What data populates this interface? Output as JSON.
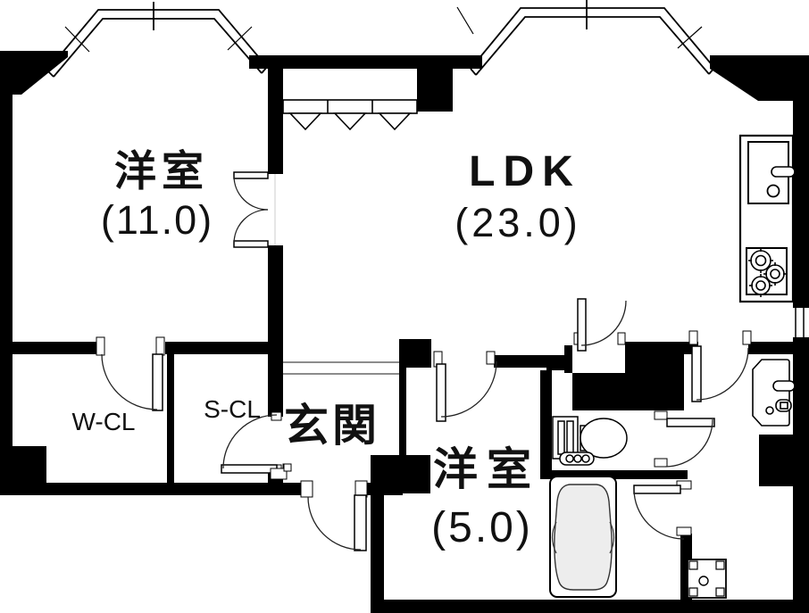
{
  "floorplan": {
    "type": "apartment-floor-plan",
    "colors": {
      "wall": "#000000",
      "floor": "#ffffff",
      "tub_fill": "#ededed",
      "line": "#1a1a1a"
    },
    "rooms": [
      {
        "id": "bedroom-large",
        "name": "洋室",
        "area": "(11.0)"
      },
      {
        "id": "ldk",
        "name": "LDK",
        "area": "(23.0)"
      },
      {
        "id": "walkin-closet",
        "name": "W-CL"
      },
      {
        "id": "shoe-closet",
        "name": "S-CL"
      },
      {
        "id": "entrance",
        "name": "玄関"
      },
      {
        "id": "bedroom-small",
        "name": "洋室",
        "area": "(5.0)"
      }
    ],
    "fixtures": [
      "bay-window",
      "bay-window",
      "kitchen-sink",
      "gas-stove-3-burner",
      "closet-shelf",
      "toilet",
      "bathtub",
      "vanity-basin",
      "washing-machine-pan",
      "entrance-door",
      "hinged-doors",
      "double-doors"
    ]
  }
}
